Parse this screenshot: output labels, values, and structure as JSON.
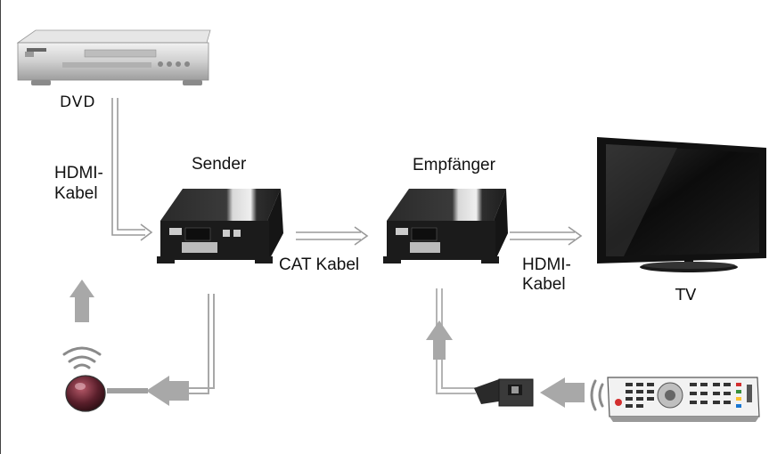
{
  "labels": {
    "dvd": "DVD",
    "hdmi_cable_left_line1": "HDMI-",
    "hdmi_cable_left_line2": "Kabel",
    "sender": "Sender",
    "cat_cable": "CAT Kabel",
    "receiver": "Empfänger",
    "hdmi_cable_right_line1": "HDMI-",
    "hdmi_cable_right_line2": "Kabel",
    "tv": "TV"
  },
  "colors": {
    "signal_line": "#9a9a9a",
    "ir_arrow": "#a8a8a8",
    "device_dark": "#1c1c1c",
    "device_silver": "#cfcfcf",
    "background": "#ffffff"
  },
  "icons": [
    "dvd-player-icon",
    "hdmi-extender-sender-icon",
    "hdmi-extender-receiver-icon",
    "flat-tv-icon",
    "ir-emitter-icon",
    "ir-receiver-icon",
    "remote-control-icon",
    "wireless-signal-icon"
  ]
}
